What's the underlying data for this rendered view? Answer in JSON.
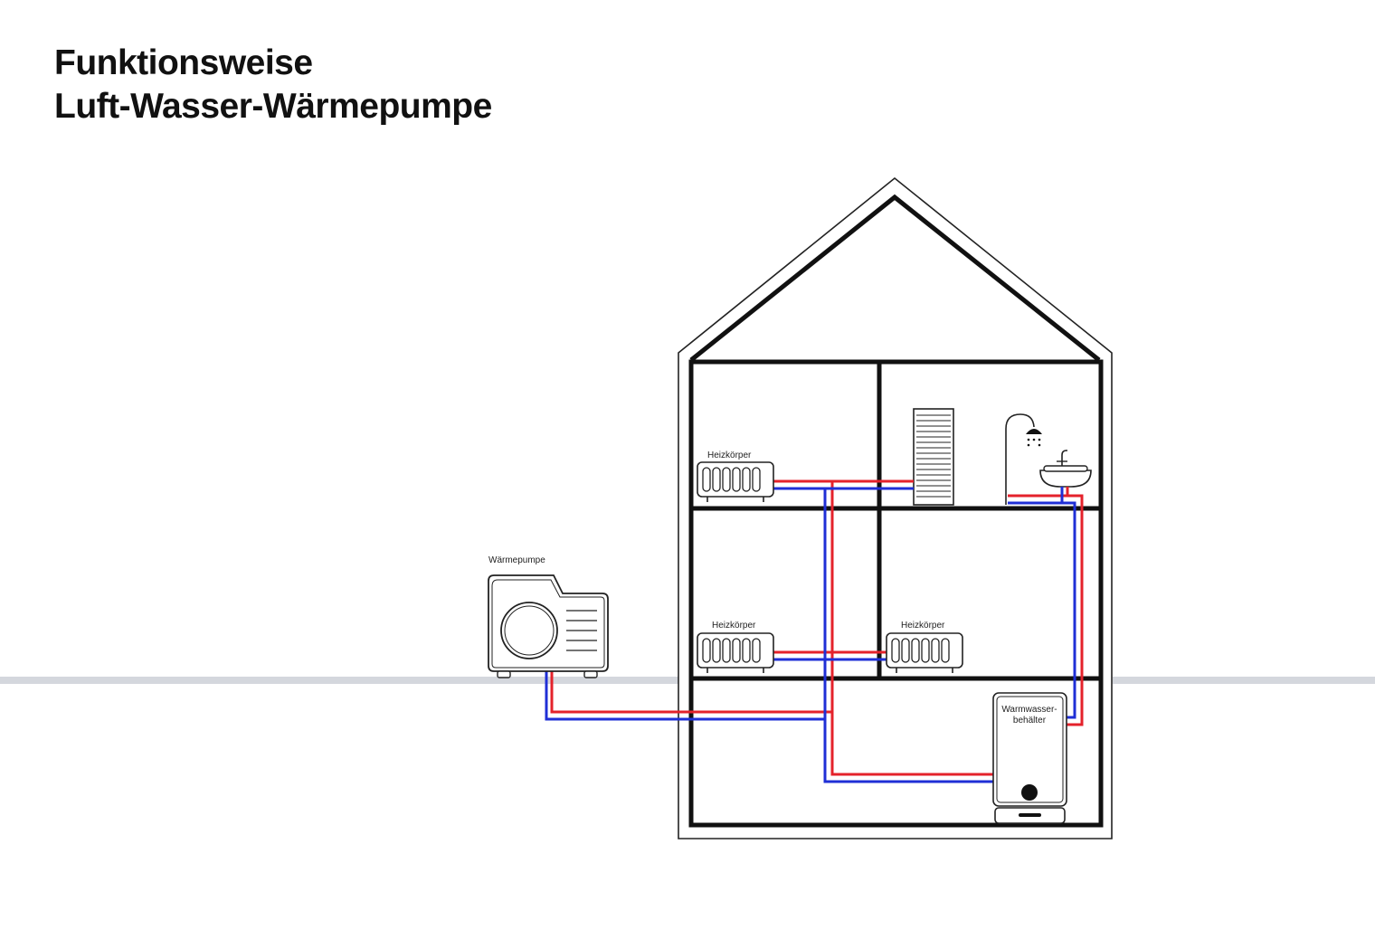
{
  "title": {
    "line1": "Funktionsweise",
    "line2": "Luft-Wasser-Wärmepumpe"
  },
  "labels": {
    "heat_pump": "Wärmepumpe",
    "radiator_top_left": "Heizkörper",
    "radiator_mid_left": "Heizkörper",
    "radiator_mid_right": "Heizkörper",
    "tank_line1": "Warmwasser-",
    "tank_line2": "behälter"
  },
  "colors": {
    "supply_pipe": "#e4222b",
    "return_pipe": "#1f2fd6",
    "walls": "#111111",
    "ground": "#d4d7dd"
  }
}
